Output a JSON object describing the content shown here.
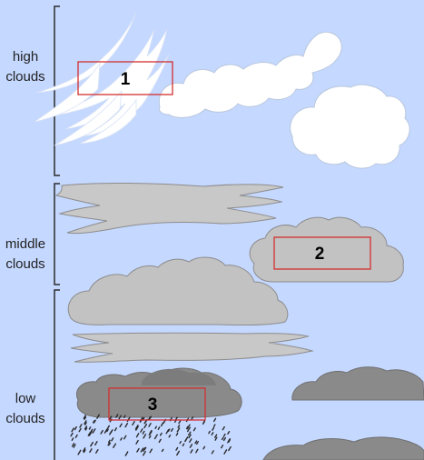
{
  "tiers": {
    "high": {
      "line1": "high",
      "line2": "clouds"
    },
    "middle": {
      "line1": "middle",
      "line2": "clouds"
    },
    "low": {
      "line1": "low",
      "line2": "clouds"
    }
  },
  "markers": [
    {
      "number": "1"
    },
    {
      "number": "2"
    },
    {
      "number": "3"
    }
  ],
  "colors": {
    "sky": "#c5d8ff",
    "high_cloud_fill": "#ffffff",
    "middle_cloud_fill": "#c8c8c8",
    "low_cloud_fill": "#c2c2c2",
    "dark_cloud_fill": "#8a8a8a",
    "cloud_outline": "#8c8c8c",
    "marker_box": "#d32f2f",
    "bracket": "#2b2b2b"
  }
}
